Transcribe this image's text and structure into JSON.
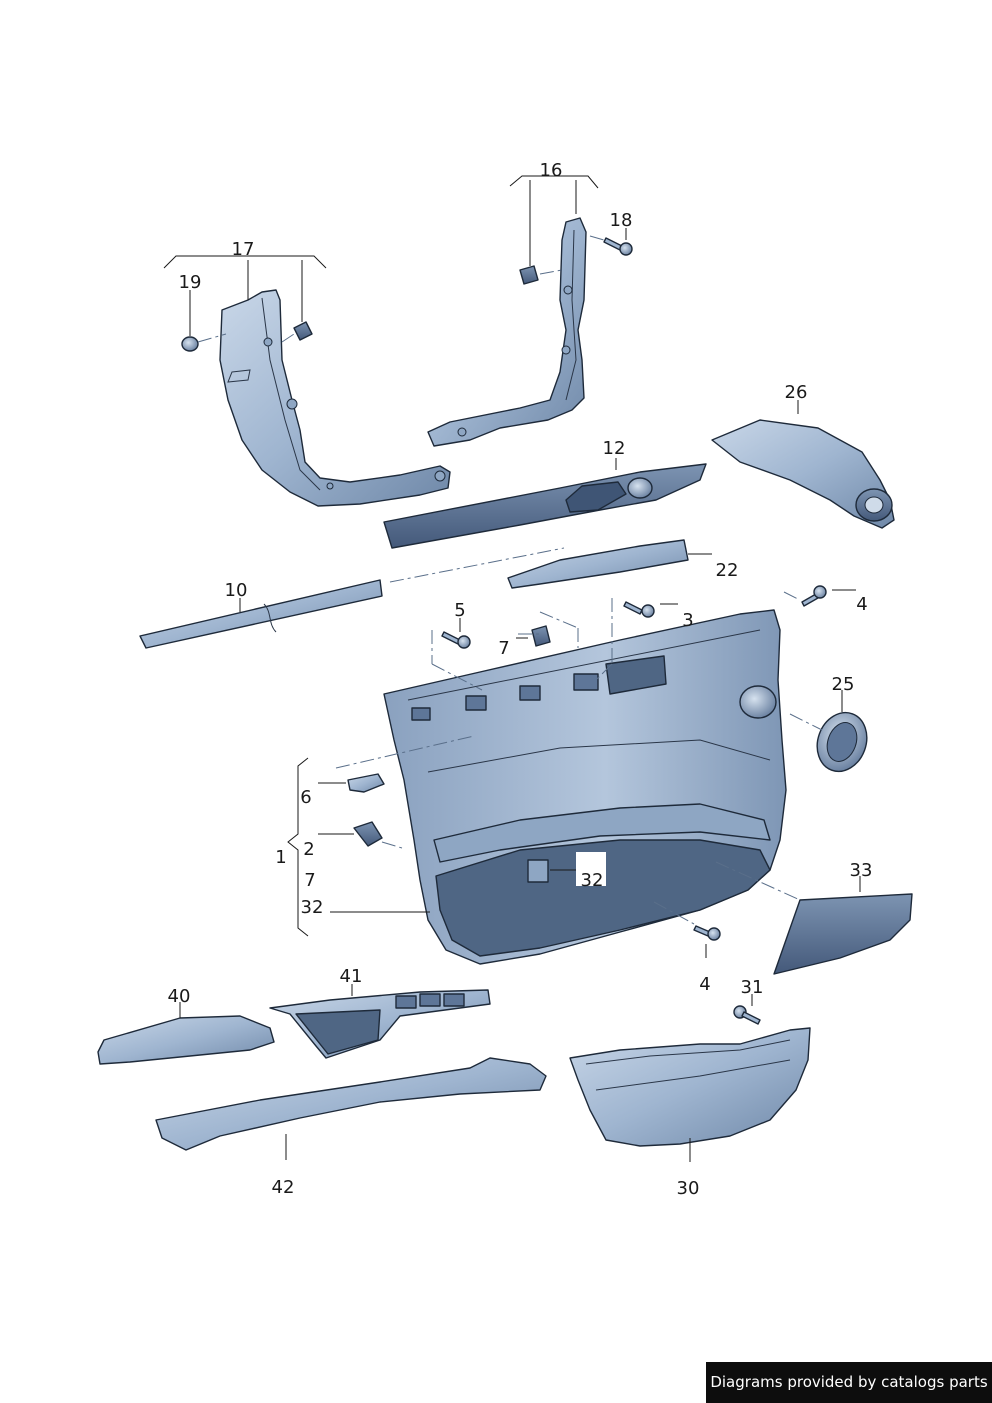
{
  "callouts": [
    "16",
    "18",
    "17",
    "19",
    "26",
    "12",
    "22",
    "10",
    "5",
    "7",
    "3",
    "4",
    "25",
    "6",
    "1",
    "2",
    "7",
    "32",
    "32",
    "33",
    "4",
    "31",
    "40",
    "41",
    "42",
    "30"
  ],
  "footer": {
    "credit": "Diagrams provided by catalogs parts"
  },
  "colors": {
    "part_light": "#b7c8de",
    "part_mid": "#8ea6c3",
    "part_dark": "#4f6684",
    "outline": "#1e2a3a"
  }
}
